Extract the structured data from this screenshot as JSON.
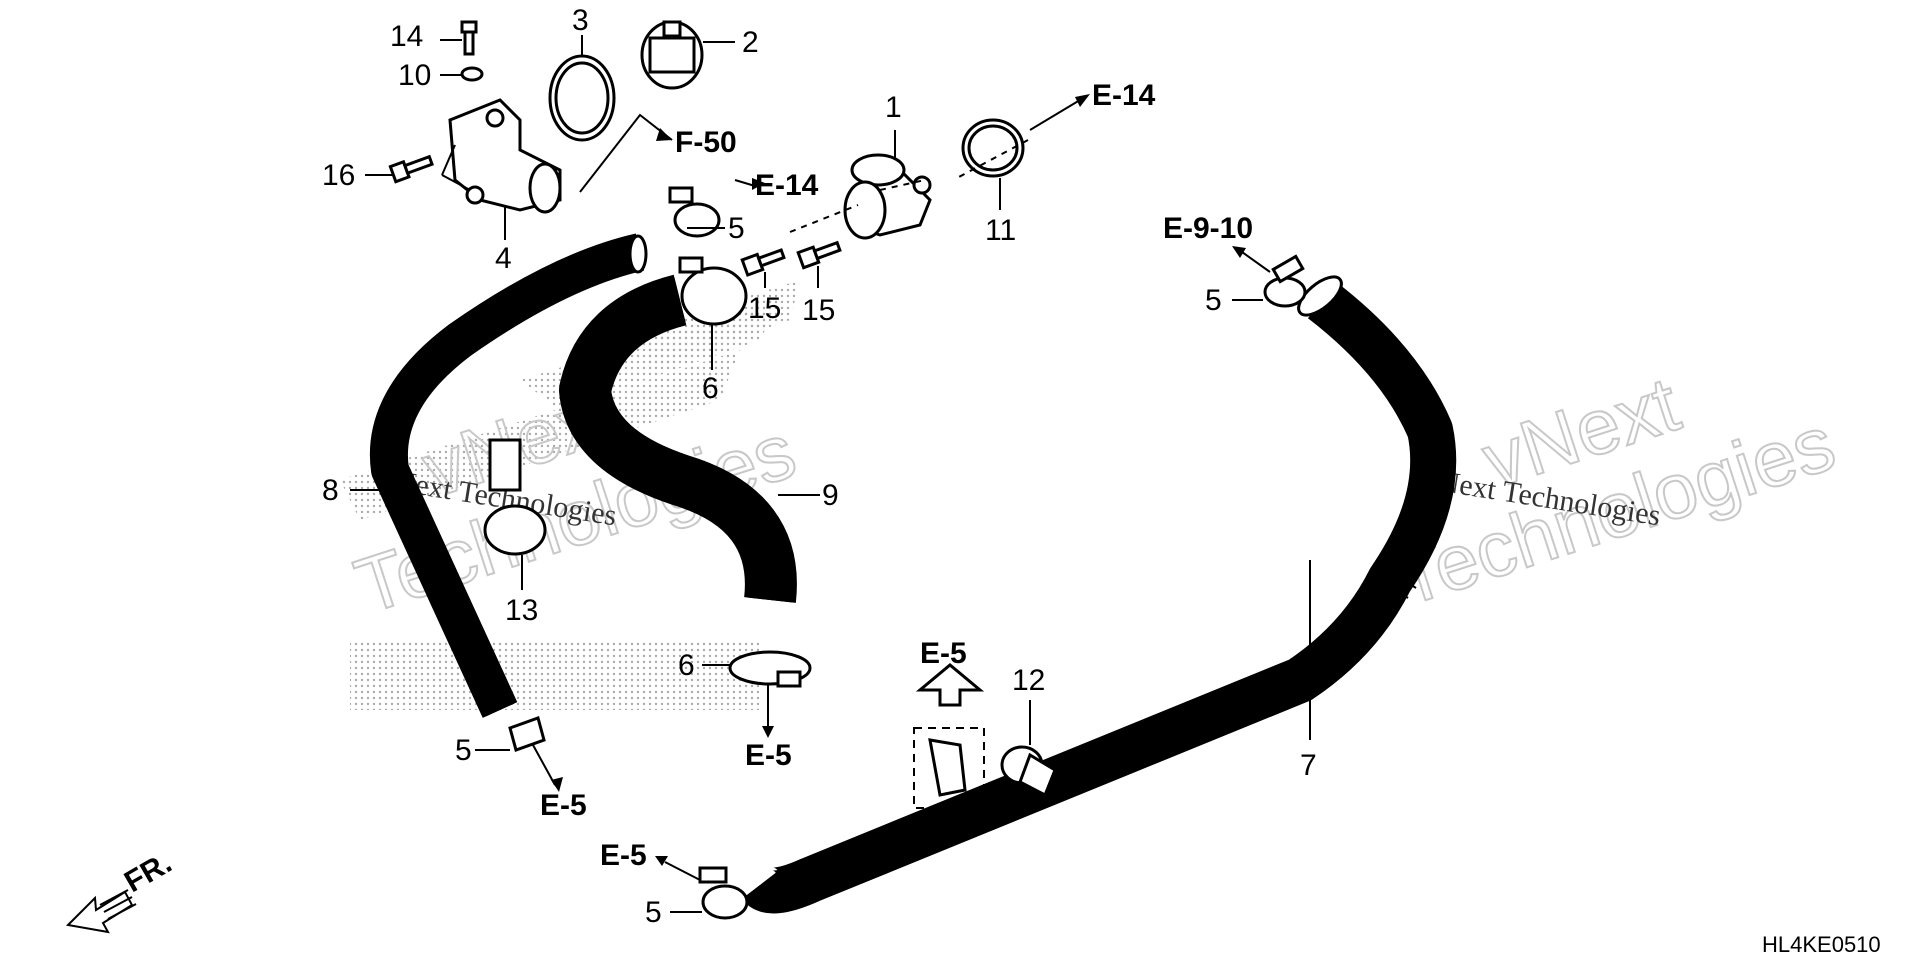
{
  "diagram_code": "HL4KE0510",
  "direction_label": "FR.",
  "watermark": {
    "line1": "vNext",
    "line2": "Technologies",
    "small": "vNext Technologies"
  },
  "callouts": [
    {
      "id": "1",
      "text": "1"
    },
    {
      "id": "2",
      "text": "2"
    },
    {
      "id": "3",
      "text": "3"
    },
    {
      "id": "4",
      "text": "4"
    },
    {
      "id": "5a",
      "text": "5"
    },
    {
      "id": "5b",
      "text": "5"
    },
    {
      "id": "5c",
      "text": "5"
    },
    {
      "id": "5d",
      "text": "5"
    },
    {
      "id": "6a",
      "text": "6"
    },
    {
      "id": "6b",
      "text": "6"
    },
    {
      "id": "7",
      "text": "7"
    },
    {
      "id": "8",
      "text": "8"
    },
    {
      "id": "9",
      "text": "9"
    },
    {
      "id": "10",
      "text": "10"
    },
    {
      "id": "11",
      "text": "11"
    },
    {
      "id": "12",
      "text": "12"
    },
    {
      "id": "13",
      "text": "13"
    },
    {
      "id": "14",
      "text": "14"
    },
    {
      "id": "15a",
      "text": "15"
    },
    {
      "id": "15b",
      "text": "15"
    },
    {
      "id": "16",
      "text": "16"
    }
  ],
  "references": {
    "f50": "F-50",
    "e14_top": "E-14",
    "e14_mid": "E-14",
    "e910": "E-9-10",
    "e5_left": "E-5",
    "e5_mid": "E-5",
    "e5_box": "E-5",
    "e5_bottom": "E-5"
  }
}
